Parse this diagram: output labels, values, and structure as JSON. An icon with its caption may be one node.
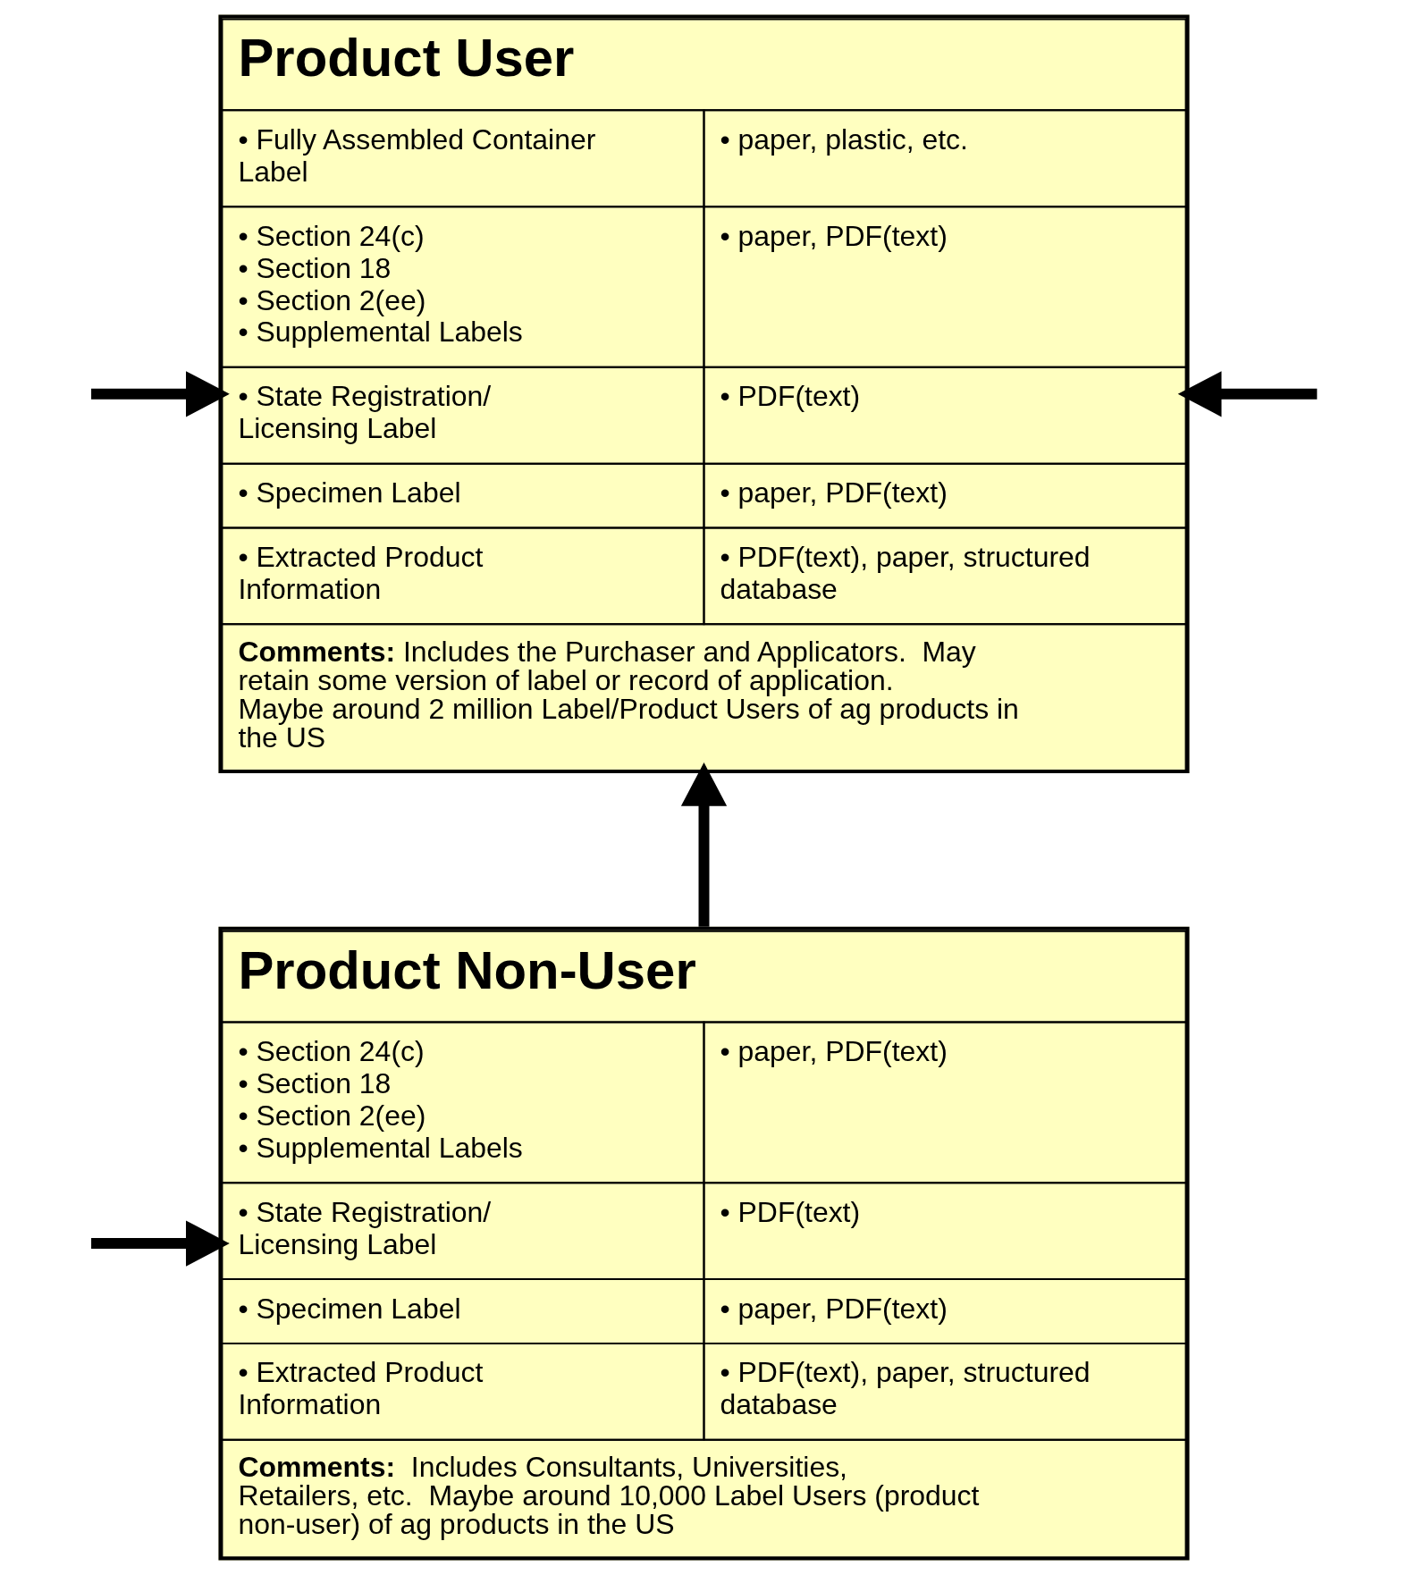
{
  "diagram": {
    "nodes": [
      {
        "text": [
          "Product User",
          "• Fully Assembled Container Label",
          "• paper, plastic, etc.",
          "• Section 24(c)",
          "• Section 18",
          "• Section 2(ee)",
          "• Supplemental Labels",
          "• paper, PDF(text)",
          "• State Registration/ Licensing Label",
          "• PDF(text)",
          "• Specimen Label",
          "• paper, PDF(text)",
          "• Extracted Product Information",
          "• PDF(text), paper, structured database",
          "**Comments:** Includes the Purchaser and Applicators.  May retain some version of label or record of application.  Maybe around 2 million Label/Product Users of ag products in the US"
        ]
      },
      {
        "text": [
          "Product Non-User",
          "• Section 24(c)",
          "• Section 18",
          "• Section 2(ee)",
          "• Supplemental Labels",
          "• paper, PDF(text)",
          "• State Registration/ Licensing Label",
          "• PDF(text)",
          "• Specimen Label",
          "• paper, PDF(text)",
          "• Extracted Product Information",
          "• PDF(text), paper, structured database",
          "**Comments:**  Includes Consultants, Universities, Retailers, etc.  Maybe around 10,000 Label Users (product non-user) of ag products in the US"
        ]
      }
    ],
    "edges": [
      {
        "from": null,
        "to": 0,
        "arrow": "to"
      },
      {
        "from": null,
        "to": 0,
        "arrow": "to"
      },
      {
        "from": 1,
        "to": 0,
        "arrow": "to"
      },
      {
        "from": null,
        "to": 1,
        "arrow": "to"
      }
    ]
  }
}
